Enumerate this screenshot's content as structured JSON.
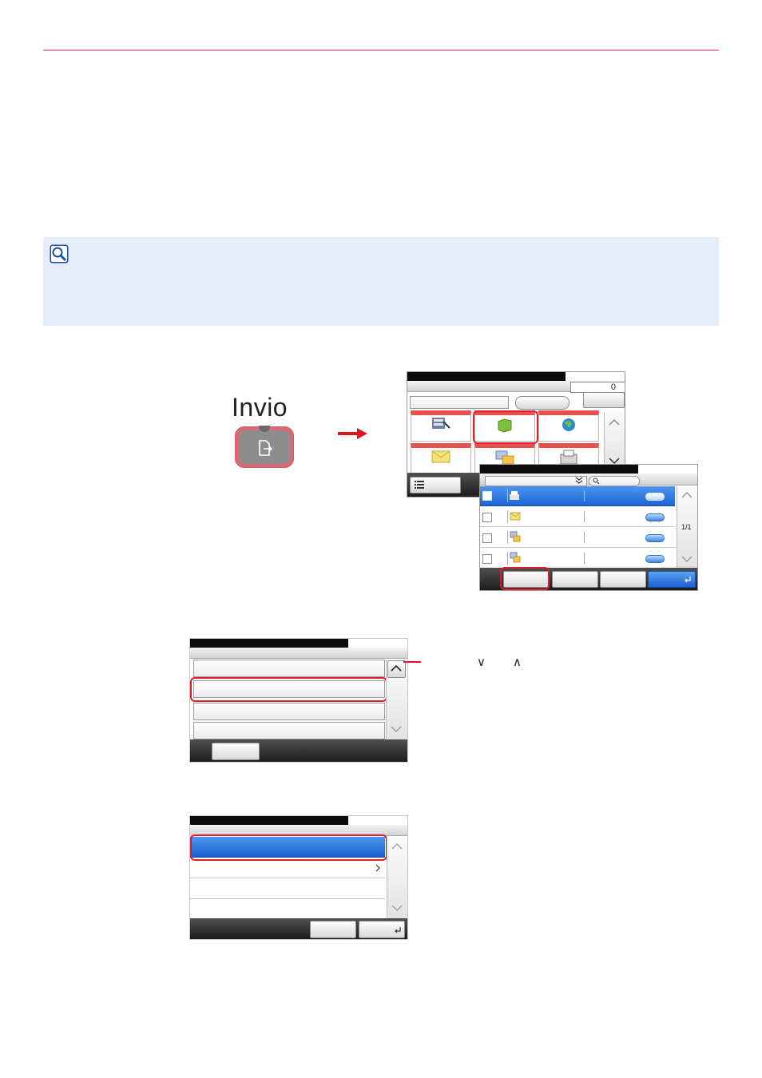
{
  "panel": {
    "invio_label": "Invio",
    "counter": "0",
    "page_indicator": "1/1"
  },
  "icons": {
    "note": "note-magnifier-icon",
    "invio_key": "send-key-icon",
    "arrow": "right-arrow-icon",
    "scroll_down": "chevron-down-icon",
    "scroll_up": "chevron-up-icon",
    "list": "list-icon",
    "search": "search-icon",
    "enter": "enter-return-icon",
    "chevron_right": "chevron-right-icon"
  },
  "callout": {
    "down_symbol": "∨",
    "up_symbol": "∧"
  },
  "colors": {
    "accent_rule": "#e98fb0",
    "note_background": "#e5ecfa",
    "highlight_frame": "#e01d2a",
    "selection_blue": "#1e6fe0"
  }
}
